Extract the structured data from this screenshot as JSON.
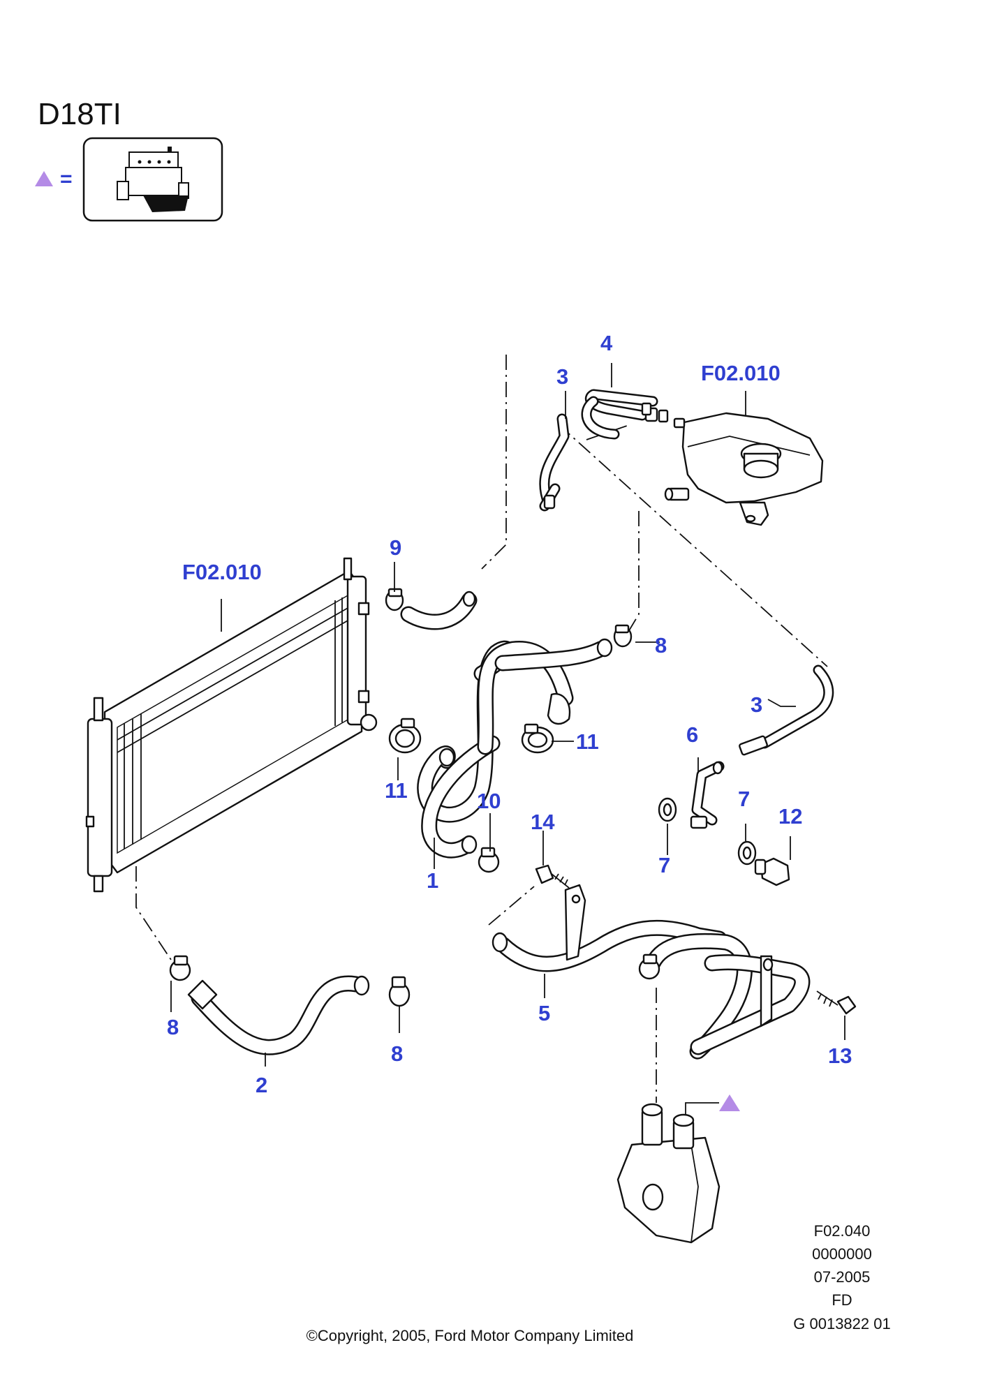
{
  "header": {
    "engine_code": "D18TI",
    "legend_symbol_color": "#b48be6",
    "legend_equals": "="
  },
  "callouts": {
    "c1": "1",
    "c2": "2",
    "c3_top": "3",
    "c3_right": "3",
    "c4": "4",
    "c5": "5",
    "c6": "6",
    "c7_top": "7",
    "c7_left": "7",
    "c8_top": "8",
    "c8_left": "8",
    "c8_mid": "8",
    "c9": "9",
    "c10": "10",
    "c11_left": "11",
    "c11_right": "11",
    "c12": "12",
    "c13": "13",
    "c14": "14",
    "ref_tank": "F02.010",
    "ref_radiator": "F02.010"
  },
  "footer": {
    "ref_lines": [
      "F02.040",
      "0000000",
      "07-2005",
      "FD",
      "G 0013822 01"
    ],
    "copyright": "©Copyright, 2005, Ford Motor Company Limited"
  },
  "colors": {
    "callout": "#2f3fd0",
    "marker": "#b48be6",
    "ink": "#111111"
  }
}
